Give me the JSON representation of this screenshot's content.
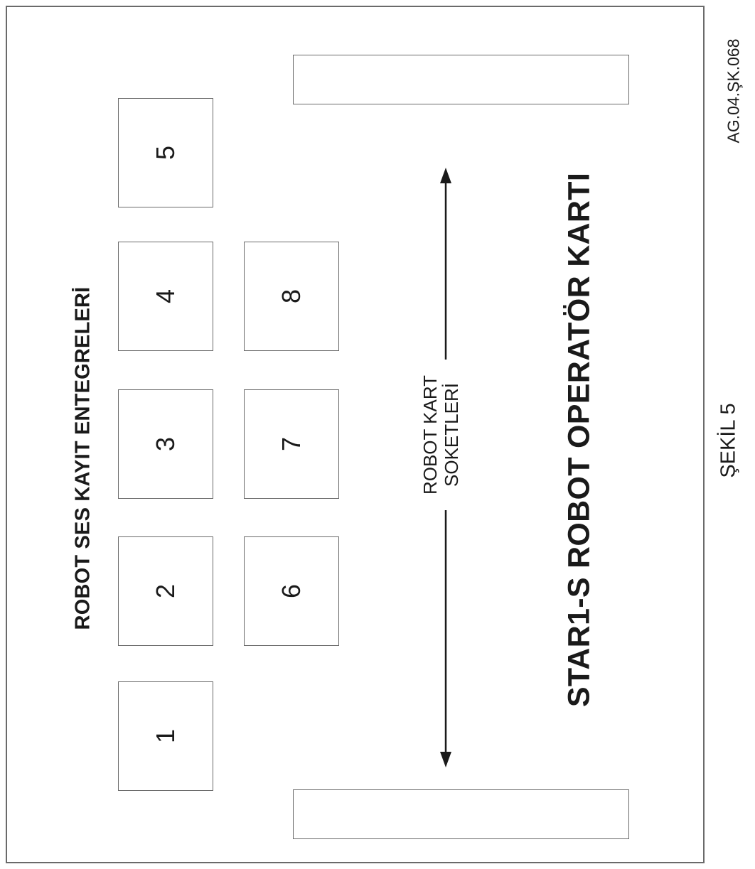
{
  "diagram": {
    "integrated_circuits_label": "ROBOT SES KAYIT ENTEGRELERİ",
    "chips": [
      {
        "id": "chip-1",
        "label": "1"
      },
      {
        "id": "chip-2",
        "label": "2"
      },
      {
        "id": "chip-3",
        "label": "3"
      },
      {
        "id": "chip-4",
        "label": "4"
      },
      {
        "id": "chip-5",
        "label": "5"
      },
      {
        "id": "chip-6",
        "label": "6"
      },
      {
        "id": "chip-7",
        "label": "7"
      },
      {
        "id": "chip-8",
        "label": "8"
      }
    ],
    "sockets_label_line1": "ROBOT KART",
    "sockets_label_line2": "SOKETLERİ",
    "card_title": "STAR1-S ROBOT OPERATÖR KARTI",
    "figure_caption": "ŞEKİL 5",
    "figure_code": "AG.04.ŞK.068",
    "colors": {
      "line": "#6a6a6a",
      "text": "#1a1a1a",
      "background": "#ffffff"
    }
  }
}
